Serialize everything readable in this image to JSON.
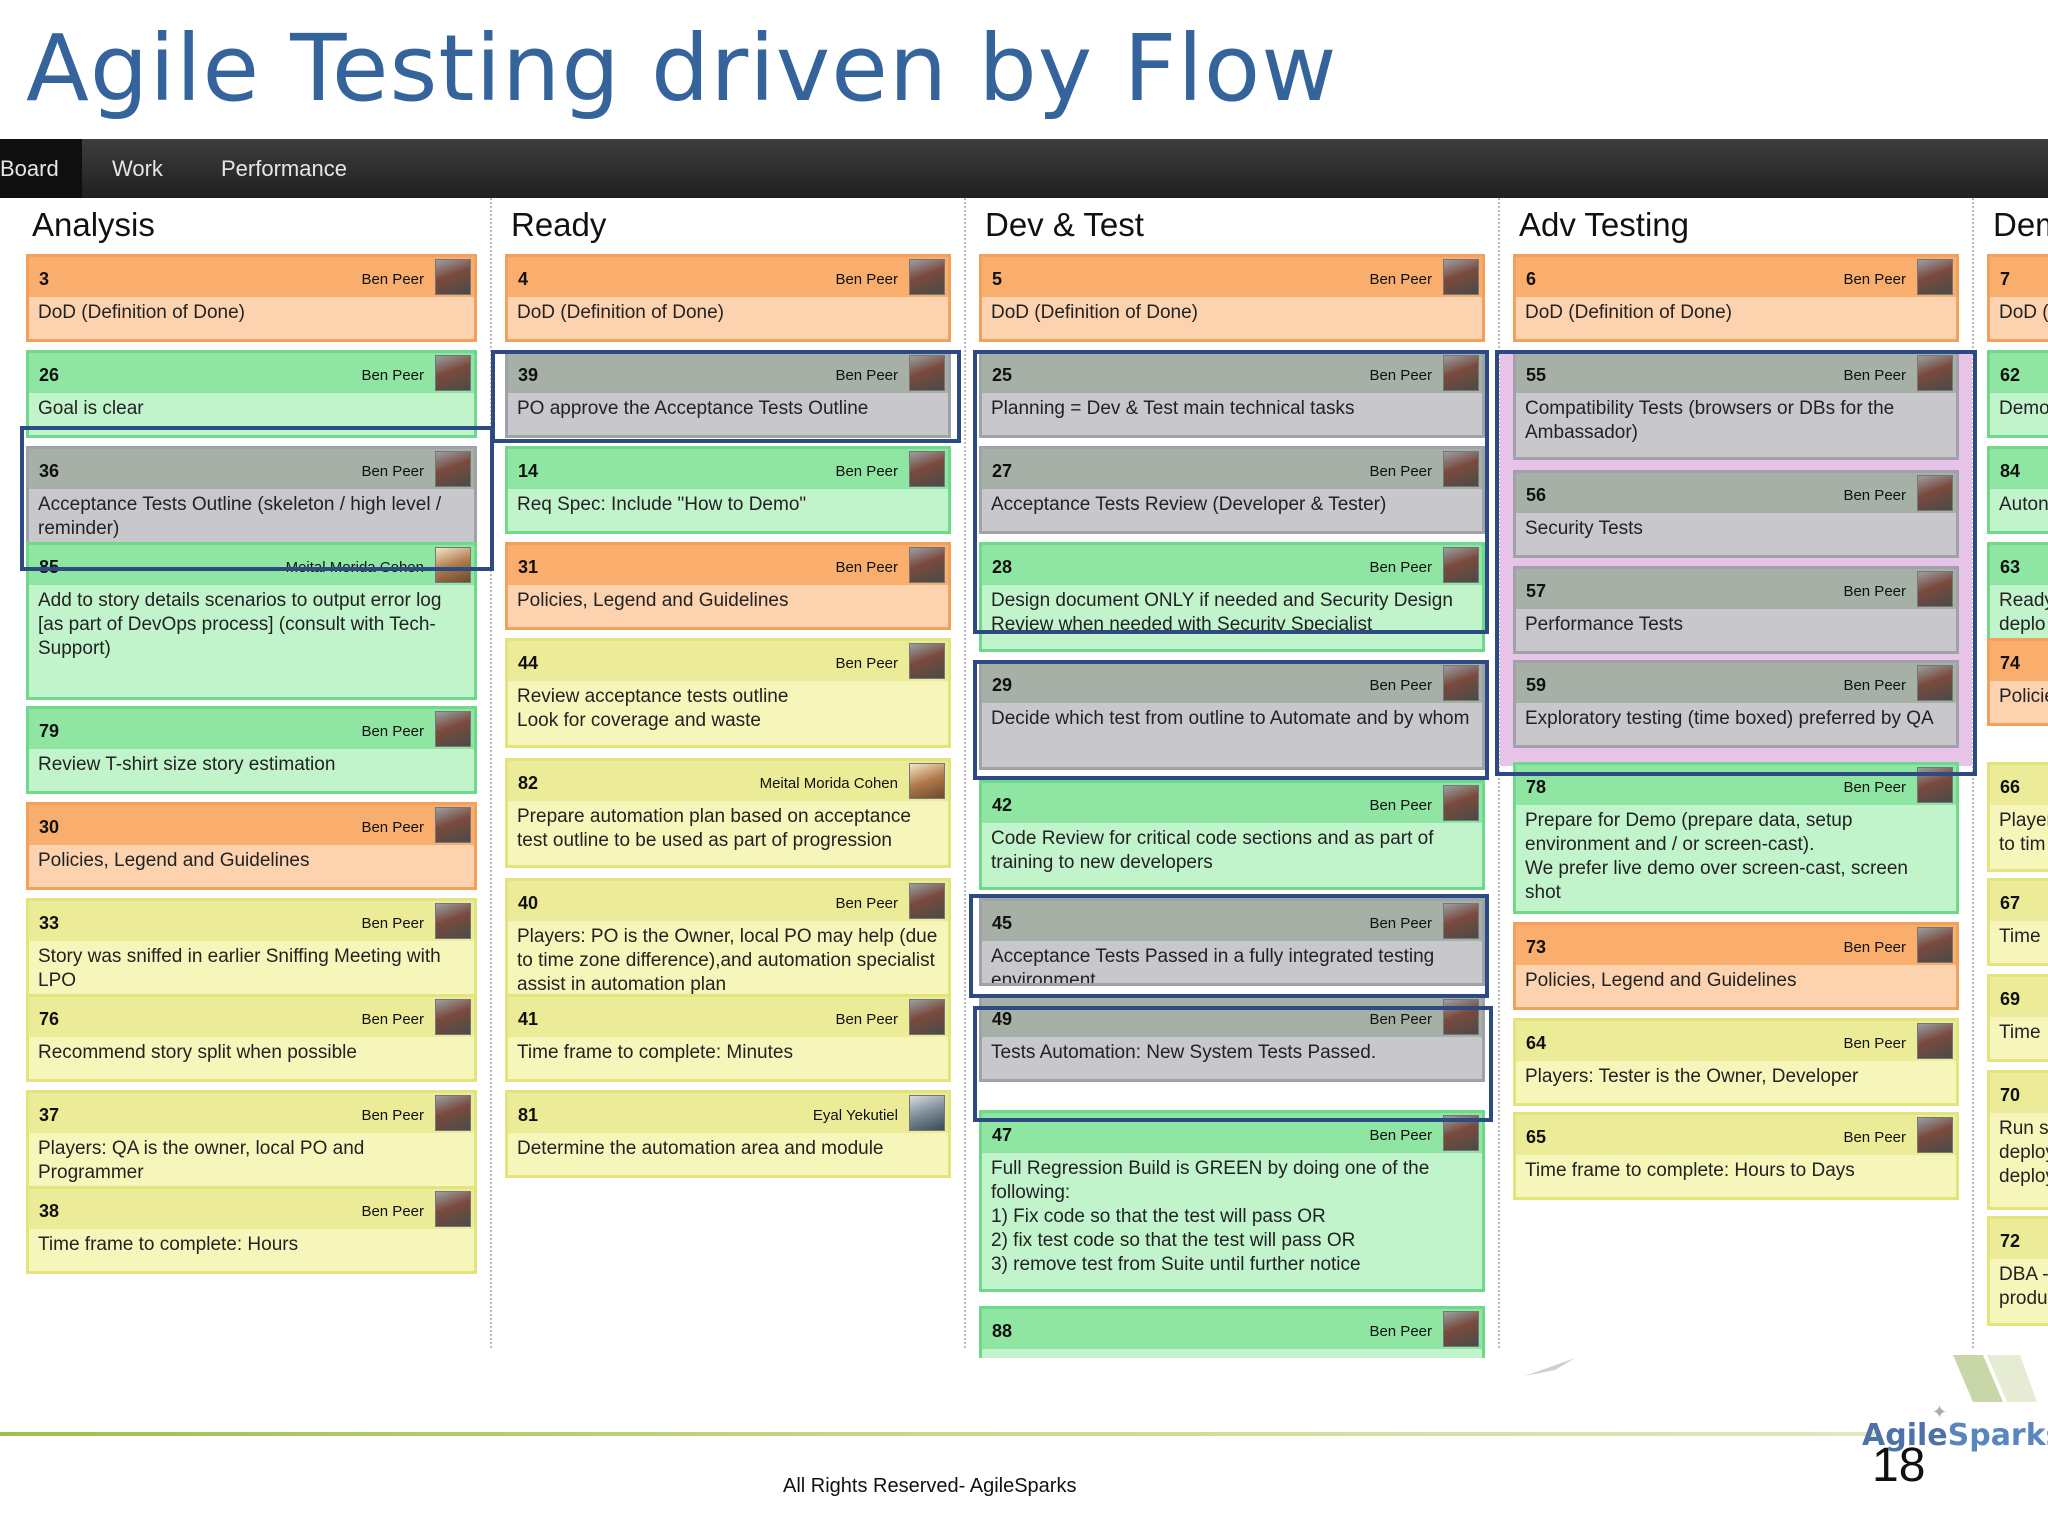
{
  "slide": {
    "title": "Agile Testing driven by Flow",
    "footer": "All Rights Reserved- AgileSparks",
    "page_number": "18",
    "logo": {
      "part1": "Agile",
      "part2": "Sparks"
    }
  },
  "nav": {
    "tabs": [
      "Board",
      "Work",
      "Performance"
    ]
  },
  "colors": {
    "orange": "#faae6e",
    "green": "#8ee6a2",
    "yellow": "#ecec98",
    "gray": "#a7b0a6",
    "pink": "#e8c3e8",
    "highlight_border": "#2e4a82",
    "title": "#34649b"
  },
  "columns": [
    {
      "title": "Analysis",
      "cards": [
        {
          "id": "3",
          "owner": "Ben Peer",
          "text": "DoD (Definition of Done)",
          "color": "orange"
        },
        {
          "id": "26",
          "owner": "Ben Peer",
          "text": "Goal is clear",
          "color": "green"
        },
        {
          "id": "36",
          "owner": "Ben Peer",
          "text": "Acceptance Tests Outline (skeleton / high level / reminder)",
          "color": "gray"
        },
        {
          "id": "85",
          "owner": "Meital Morida Cohen",
          "text": "Add to story details scenarios to output error log [as part of DevOps process] (consult with Tech-Support)",
          "color": "green"
        },
        {
          "id": "79",
          "owner": "Ben Peer",
          "text": "Review T-shirt size story estimation",
          "color": "green"
        },
        {
          "id": "30",
          "owner": "Ben Peer",
          "text": "Policies, Legend and Guidelines",
          "color": "orange"
        },
        {
          "id": "33",
          "owner": "Ben Peer",
          "text": "Story was sniffed in earlier Sniffing Meeting with LPO",
          "color": "yellow"
        },
        {
          "id": "76",
          "owner": "Ben Peer",
          "text": "Recommend story split when possible",
          "color": "yellow"
        },
        {
          "id": "37",
          "owner": "Ben Peer",
          "text": "Players: QA is the owner, local PO and Programmer",
          "color": "yellow"
        },
        {
          "id": "38",
          "owner": "Ben Peer",
          "text": "Time frame to complete: Hours",
          "color": "yellow"
        }
      ]
    },
    {
      "title": "Ready",
      "cards": [
        {
          "id": "4",
          "owner": "Ben Peer",
          "text": "DoD (Definition of Done)",
          "color": "orange"
        },
        {
          "id": "39",
          "owner": "Ben Peer",
          "text": "PO approve the Acceptance Tests Outline",
          "color": "gray"
        },
        {
          "id": "14",
          "owner": "Ben Peer",
          "text": "Req Spec: Include \"How to Demo\"",
          "color": "green"
        },
        {
          "id": "31",
          "owner": "Ben Peer",
          "text": "Policies, Legend and Guidelines",
          "color": "orange"
        },
        {
          "id": "44",
          "owner": "Ben Peer",
          "text": "Review acceptance tests outline\nLook for coverage and waste",
          "color": "yellow"
        },
        {
          "id": "82",
          "owner": "Meital Morida Cohen",
          "text": "Prepare automation plan based on acceptance test outline to be used as part of progression",
          "color": "yellow"
        },
        {
          "id": "40",
          "owner": "Ben Peer",
          "text": "Players: PO is the Owner, local PO may help (due to time zone difference),and automation specialist assist in automation plan",
          "color": "yellow"
        },
        {
          "id": "41",
          "owner": "Ben Peer",
          "text": "Time frame to complete: Minutes",
          "color": "yellow"
        },
        {
          "id": "81",
          "owner": "Eyal Yekutiel",
          "text": "Determine the automation area and module",
          "color": "yellow"
        }
      ]
    },
    {
      "title": "Dev & Test",
      "cards": [
        {
          "id": "5",
          "owner": "Ben Peer",
          "text": "DoD (Definition of Done)",
          "color": "orange"
        },
        {
          "id": "25",
          "owner": "Ben Peer",
          "text": "Planning = Dev & Test main technical tasks",
          "color": "gray"
        },
        {
          "id": "27",
          "owner": "Ben Peer",
          "text": "Acceptance Tests Review (Developer & Tester)",
          "color": "gray"
        },
        {
          "id": "28",
          "owner": "Ben Peer",
          "text": "Design document ONLY if needed and Security Design Review when needed with Security Specialist",
          "color": "green"
        },
        {
          "id": "29",
          "owner": "Ben Peer",
          "text": "Decide which test from outline to Automate and by whom",
          "color": "gray"
        },
        {
          "id": "42",
          "owner": "Ben Peer",
          "text": "Code Review for critical code sections and as part of training to new developers",
          "color": "green"
        },
        {
          "id": "45",
          "owner": "Ben Peer",
          "text": "Acceptance Tests Passed in a fully integrated testing environment",
          "color": "gray"
        },
        {
          "id": "49",
          "owner": "Ben Peer",
          "text": "Tests Automation: New System Tests Passed.",
          "color": "gray"
        },
        {
          "id": "47",
          "owner": "Ben Peer",
          "text": "Full Regression Build is GREEN by doing one of the following:\n1) Fix code so that the test will pass OR\n2) fix test code so that the test will pass OR\n3) remove test from Suite until further notice",
          "color": "green"
        },
        {
          "id": "88",
          "owner": "Ben Peer",
          "text": "",
          "color": "green"
        }
      ]
    },
    {
      "title": "Adv Testing",
      "cards": [
        {
          "id": "6",
          "owner": "Ben Peer",
          "text": "DoD (Definition of Done)",
          "color": "orange"
        },
        {
          "id": "55",
          "owner": "Ben Peer",
          "text": "Compatibility Tests (browsers or DBs for the Ambassador)",
          "color": "gray"
        },
        {
          "id": "56",
          "owner": "Ben Peer",
          "text": "Security Tests",
          "color": "gray"
        },
        {
          "id": "57",
          "owner": "Ben Peer",
          "text": "Performance Tests",
          "color": "gray"
        },
        {
          "id": "59",
          "owner": "Ben Peer",
          "text": "Exploratory testing (time boxed) preferred by QA",
          "color": "gray"
        },
        {
          "id": "78",
          "owner": "Ben Peer",
          "text": "Prepare for Demo (prepare data, setup environment and / or screen-cast).\nWe prefer live demo over screen-cast, screen shot",
          "color": "green"
        },
        {
          "id": "73",
          "owner": "Ben Peer",
          "text": "Policies, Legend and Guidelines",
          "color": "orange"
        },
        {
          "id": "64",
          "owner": "Ben Peer",
          "text": "Players: Tester is the Owner, Developer",
          "color": "yellow"
        },
        {
          "id": "65",
          "owner": "Ben Peer",
          "text": "Time frame to complete: Hours to Days",
          "color": "yellow"
        }
      ]
    },
    {
      "title": "Dem",
      "cards": [
        {
          "id": "7",
          "text": "DoD (",
          "color": "orange"
        },
        {
          "id": "62",
          "text": "Demo",
          "color": "green"
        },
        {
          "id": "84",
          "text": "Auton",
          "color": "green"
        },
        {
          "id": "63",
          "text": "Ready\ndeplo",
          "color": "green"
        },
        {
          "id": "74",
          "text": "Policie",
          "color": "orange"
        },
        {
          "id": "66",
          "text": "Player\nto tim",
          "color": "yellow"
        },
        {
          "id": "67",
          "text": "Time",
          "color": "yellow"
        },
        {
          "id": "69",
          "text": "Time",
          "color": "yellow"
        },
        {
          "id": "70",
          "text": "Run sa\ndeploy\ndeploy",
          "color": "yellow"
        },
        {
          "id": "72",
          "text": "DBA -\nprodu",
          "color": "yellow"
        }
      ]
    }
  ]
}
